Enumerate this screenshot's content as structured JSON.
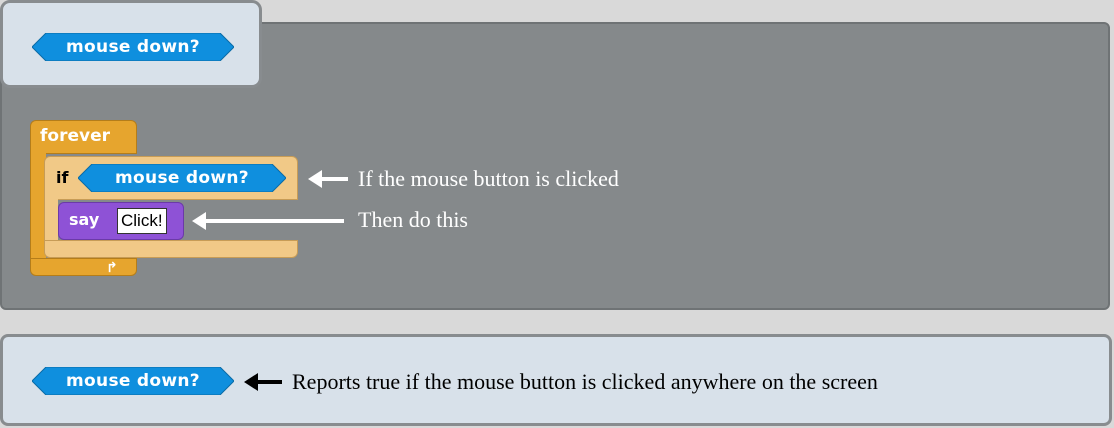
{
  "blocks": {
    "predicate_label": "mouse down?",
    "forever_label": "forever",
    "if_label": "if",
    "say_label": "say",
    "say_value": "Click!"
  },
  "annotations": {
    "if_note": "If the mouse button is clicked",
    "say_note": "Then do this",
    "reporter_note": "Reports true if the mouse button is clicked anywhere on the screen"
  },
  "colors": {
    "sensing_blue": "#0f8fde",
    "control_orange": "#e6a52e",
    "control_light": "#f1c987",
    "looks_purple": "#8e52d6",
    "panel_dark": "#85898b",
    "panel_light": "#d8e1ea"
  },
  "icons": [
    "left-arrow-icon",
    "loop-arrow-icon"
  ]
}
